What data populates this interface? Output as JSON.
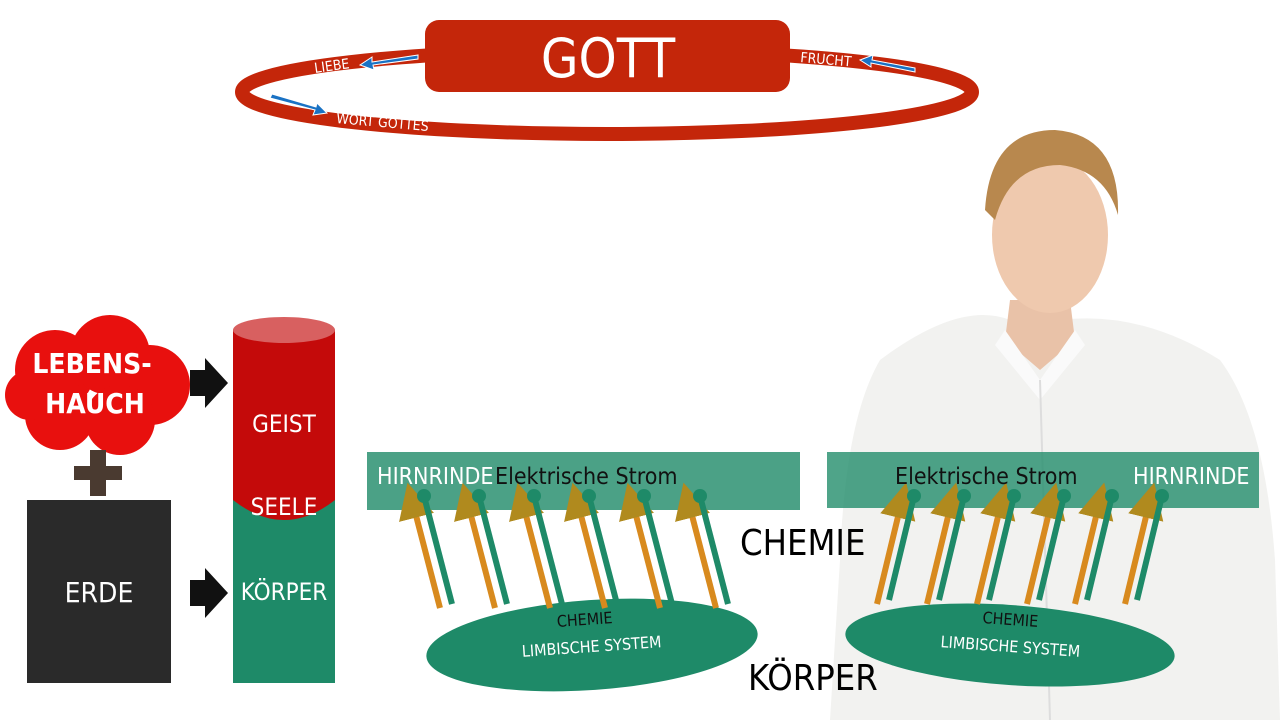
{
  "top": {
    "title": "GOTT",
    "liebe": "LIEBE",
    "frucht": "FRUCHT",
    "wort": "WORT GOTTES"
  },
  "left": {
    "cloud": [
      "LEBENS-",
      "HAUCH"
    ],
    "erde": "ERDE",
    "geist": "GEIST",
    "seele": "SEELE",
    "koerper": "KÖRPER"
  },
  "middle": {
    "hirnrinde": "HIRNRINDE",
    "strom": "Elektrische Strom",
    "chemie": "CHEMIE",
    "limbic": [
      "CHEMIE",
      "LIMBISCHE SYSTEM"
    ],
    "koerper": "KÖRPER"
  },
  "right": {
    "hirnrinde": "HIRNRINDE",
    "strom": "Elektrische Strom",
    "limbic": [
      "CHEMIE",
      "LIMBISCHE SYSTEM"
    ]
  },
  "colors": {
    "red": "#c4260a",
    "green": "#1e8a68",
    "orange": "#d88a1e",
    "blue": "#1a72c4"
  }
}
